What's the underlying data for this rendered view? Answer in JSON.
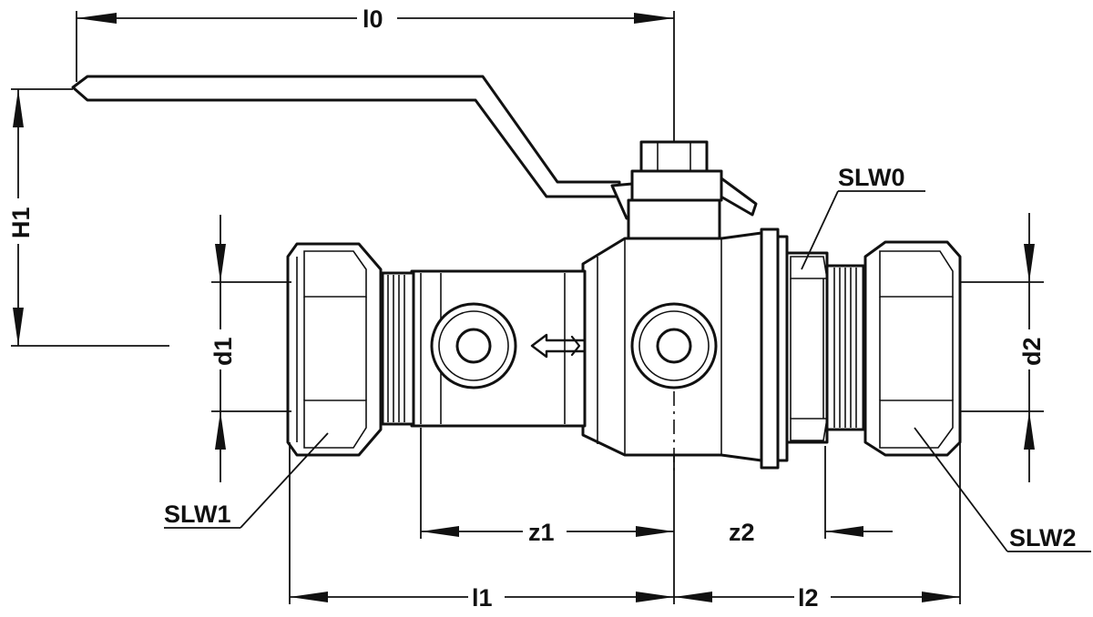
{
  "diagram": {
    "labels": {
      "l0": "l0",
      "H1": "H1",
      "d1": "d1",
      "d2": "d2",
      "SLW0": "SLW0",
      "SLW1": "SLW1",
      "SLW2": "SLW2",
      "z1": "z1",
      "z2": "z2",
      "l1": "l1",
      "l2": "l2"
    },
    "colors": {
      "ink": "#111111",
      "paper": "#ffffff"
    }
  }
}
